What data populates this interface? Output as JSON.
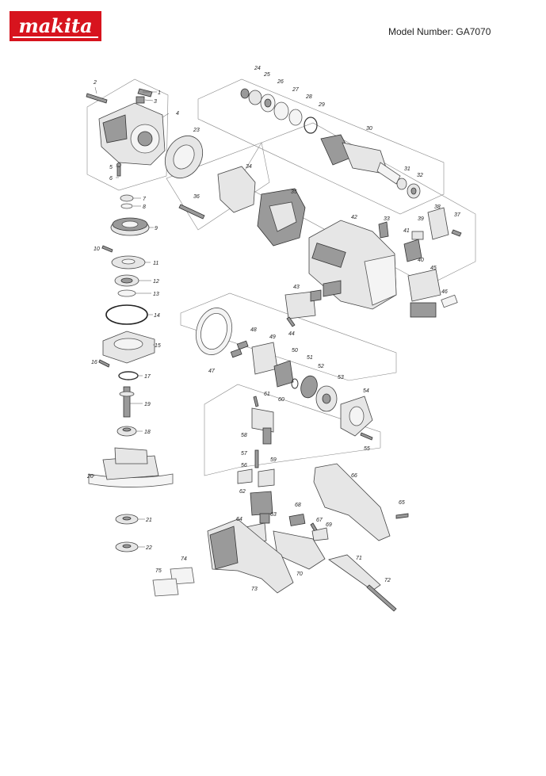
{
  "header": {
    "brand": "makita",
    "model_label": "Model Number: GA7070",
    "brand_color": "#d7141e"
  },
  "callouts": [
    "1",
    "2",
    "3",
    "4",
    "5",
    "6",
    "7",
    "8",
    "9",
    "10",
    "11",
    "12",
    "13",
    "14",
    "15",
    "16",
    "17",
    "18",
    "19",
    "20",
    "21",
    "22",
    "23",
    "24",
    "25",
    "26",
    "27",
    "28",
    "29",
    "30",
    "31",
    "32",
    "33",
    "34",
    "35",
    "36",
    "37",
    "38",
    "39",
    "40",
    "41",
    "42",
    "43",
    "44",
    "45",
    "46",
    "47",
    "48",
    "49",
    "50",
    "51",
    "52",
    "53",
    "54",
    "55",
    "56",
    "57",
    "58",
    "59",
    "60",
    "61",
    "62",
    "63",
    "64",
    "65",
    "66",
    "67",
    "68",
    "69",
    "70",
    "71",
    "72",
    "73",
    "74",
    "75"
  ]
}
